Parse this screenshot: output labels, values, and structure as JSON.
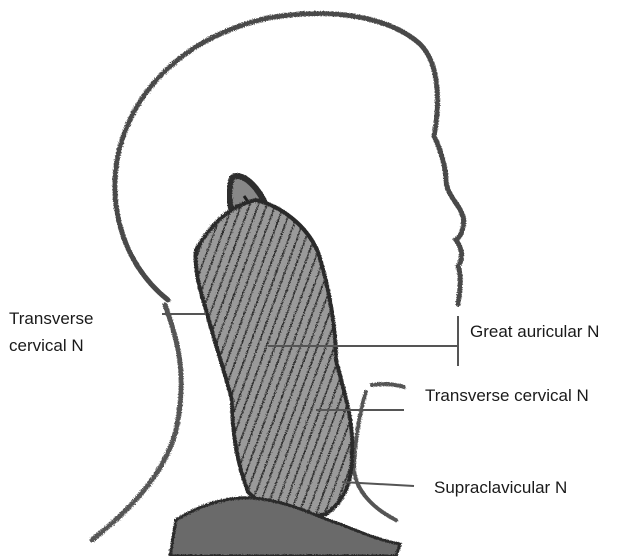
{
  "figure": {
    "labels": {
      "transverse_cervical_left": [
        "Transverse",
        "cervical N"
      ],
      "great_auricular": "Great auricular N",
      "transverse_cervical_right": "Transverse cervical N",
      "supraclavicular": "Supraclavicular N"
    },
    "colors": {
      "ink": "#3a3a3a",
      "leader_line": "#555555",
      "label_text": "#1a1a1a",
      "background": "#ffffff"
    }
  }
}
